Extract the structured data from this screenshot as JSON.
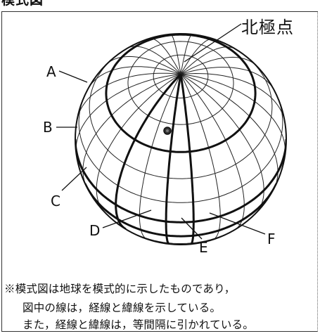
{
  "title": "模式図",
  "labels": {
    "north_pole": "北極点",
    "a": "A",
    "b": "B",
    "c": "C",
    "d": "D",
    "e": "E",
    "f": "F"
  },
  "note": {
    "line1": "※模式図は地球を模式的に示したものであり，",
    "line2": "図中の線は，経線と緯線を示している。",
    "line3": "また，経線と緯線は，等間隔に引かれている。"
  }
}
